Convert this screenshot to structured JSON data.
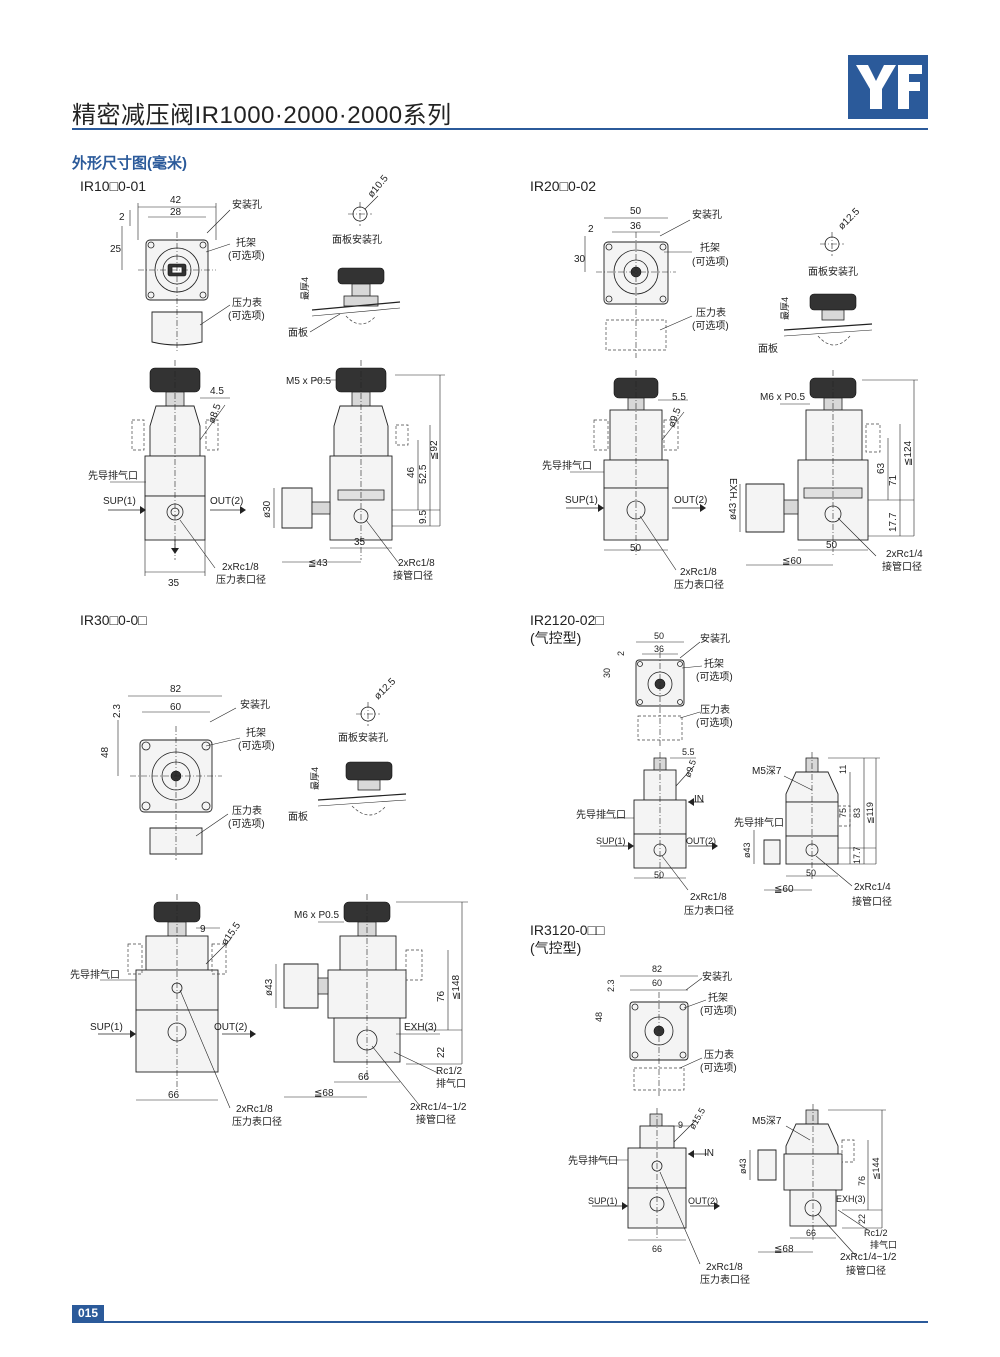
{
  "header": {
    "title": "精密减压阀IR1000·2000·2000系列",
    "logo_text": "YF",
    "brand_color": "#2b5a9a"
  },
  "section": {
    "title": "外形尺寸图(毫米)"
  },
  "page_number": "015",
  "models": {
    "ir10": {
      "name": "IR10□0-01"
    },
    "ir20": {
      "name": "IR20□0-02"
    },
    "ir30": {
      "name": "IR30□0-0□"
    },
    "ir2120": {
      "name": "IR2120-02□",
      "sub": "(气控型)"
    },
    "ir3120": {
      "name": "IR3120-0□□",
      "sub": "(气控型)"
    }
  },
  "labels": {
    "mount_hole": "安装孔",
    "bracket": "托架",
    "optional": "(可选项)",
    "gauge": "压力表",
    "panel_hole": "面板安装孔",
    "max_thick": "最厚4",
    "panel": "面板",
    "pilot_exhaust": "先导排气口",
    "sup": "SUP(1)",
    "out": "OUT(2)",
    "gauge_port_18": "2xRc1/8",
    "gauge_port_name": "压力表口径",
    "pipe_port_18": "2xRc1/8",
    "pipe_port_14": "2xRc1/4",
    "pipe_port_14_12": "2xRc1/4~1/2",
    "pipe_port_name": "接管口径",
    "m5": "M5 x P0.5",
    "m6": "M6 x P0.5",
    "m5_deep": "M5深7",
    "exh": "EXH.",
    "exh3": "EXH(3)",
    "rc12": "Rc1/2",
    "exhaust_port": "排气口",
    "in": "IN"
  },
  "dims": {
    "ir10": {
      "w42": "42",
      "w28": "28",
      "h2": "2",
      "h25": "25",
      "d105": "ø10.5",
      "d45": "4.5",
      "d85": "ø8.5",
      "m46": "46",
      "m525": "52.5",
      "m92": "≦92",
      "m95": "9.5",
      "d30": "ø30",
      "w35a": "35",
      "w35b": "35",
      "w43": "≦43"
    },
    "ir20": {
      "w50": "50",
      "w36": "36",
      "h2": "2",
      "h30": "30",
      "d125": "ø12.5",
      "d55": "5.5",
      "d95": "ø9.5",
      "m63": "63",
      "m71": "71",
      "m124": "≦124",
      "m177": "17.7",
      "d43": "ø43",
      "w50a": "50",
      "w50b": "50",
      "w60": "≦60"
    },
    "ir30": {
      "w82": "82",
      "w60": "60",
      "h23": "2.3",
      "h48": "48",
      "d125": "ø12.5",
      "d9": "9",
      "d155": "ø15.5",
      "m76": "76",
      "m148": "≦148",
      "m22": "22",
      "d43": "ø43",
      "w66": "66",
      "w66b": "66",
      "w68": "≦68"
    },
    "ir2120": {
      "w50": "50",
      "w36": "36",
      "h2": "2",
      "h30": "30",
      "d55": "5.5",
      "d95": "ø9.5",
      "m11": "11",
      "m75": "75",
      "m83": "83",
      "m119": "≦119",
      "m177": "17.7",
      "d43": "ø43",
      "w50a": "50",
      "w50b": "50",
      "w60": "≦60"
    },
    "ir3120": {
      "w82": "82",
      "w60": "60",
      "h23": "2.3",
      "h48": "48",
      "d9": "9",
      "d155": "ø15.5",
      "m76": "76",
      "m144": "≦144",
      "m22": "22",
      "d43": "ø43",
      "w66": "66",
      "w66b": "66",
      "w68": "≦68"
    }
  }
}
